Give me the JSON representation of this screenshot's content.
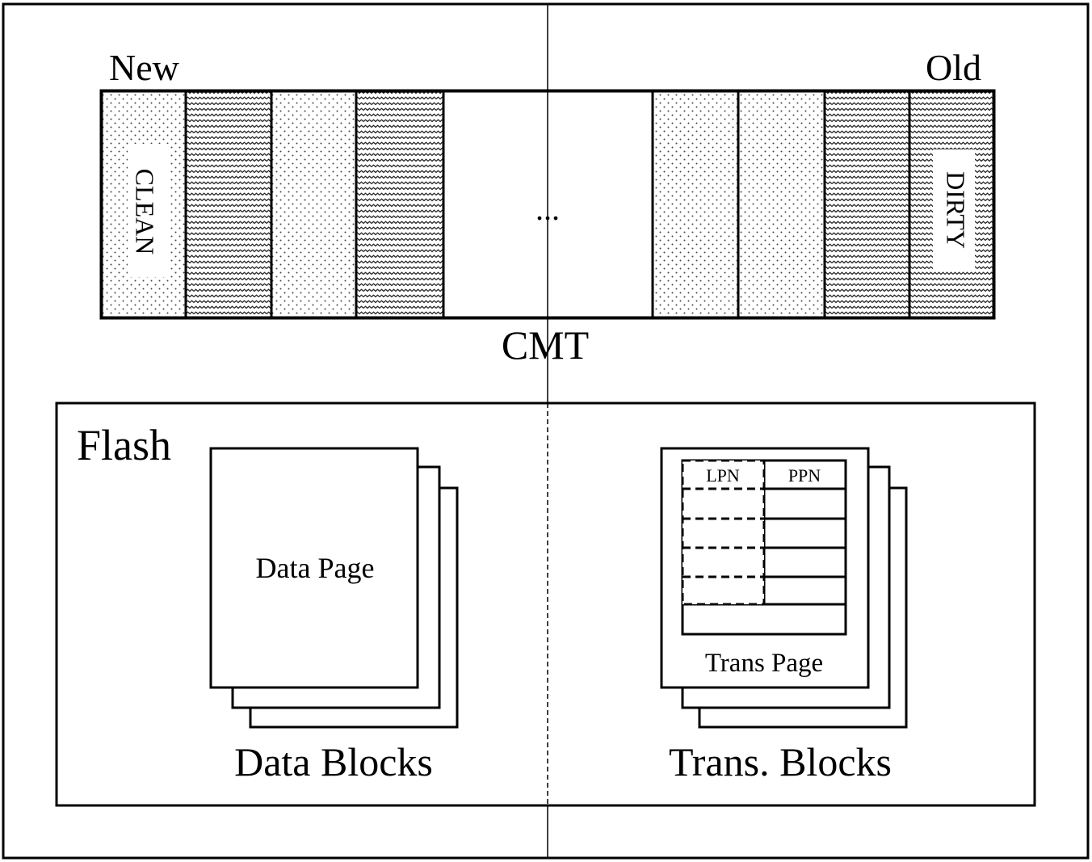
{
  "cmt": {
    "label": "CMT",
    "new_label": "New",
    "old_label": "Old",
    "ellipsis": "...",
    "clean_label": "CLEAN",
    "dirty_label": "DIRTY",
    "slot_states": [
      "clean",
      "dirty",
      "clean",
      "dirty",
      "gap",
      "clean",
      "clean",
      "dirty",
      "dirty"
    ]
  },
  "flash": {
    "label": "Flash",
    "data_blocks": {
      "label": "Data Blocks",
      "page_label": "Data Page"
    },
    "trans_blocks": {
      "label": "Trans. Blocks",
      "page_label": "Trans Page",
      "col_lpn": "LPN",
      "col_ppn": "PPN"
    }
  }
}
